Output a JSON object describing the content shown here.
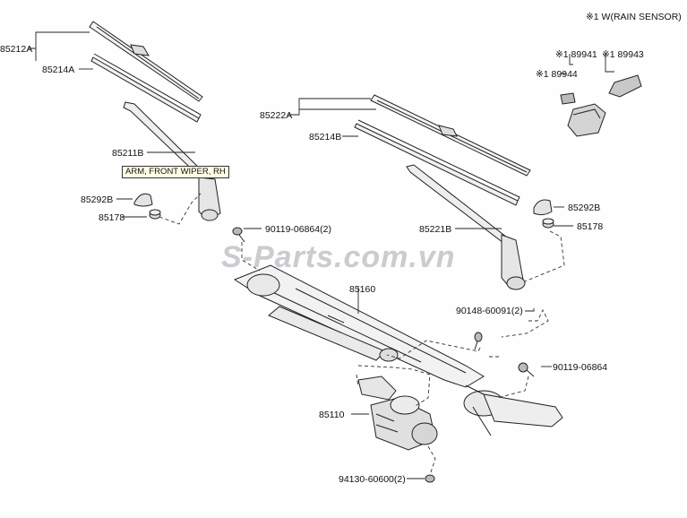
{
  "note": "※1 W(RAIN SENSOR)",
  "tooltip": "ARM, FRONT WIPER, RH",
  "watermark": "S-Parts.com.vn",
  "parts": {
    "p85212A": "85212A",
    "p85214A": "85214A",
    "p85211B": "85211B",
    "p85292B_left": "85292B",
    "p85178_left": "85178",
    "p85222A": "85222A",
    "p85214B": "85214B",
    "p85221B": "85221B",
    "p85292B_right": "85292B",
    "p85178_right": "85178",
    "p90119_06864_2": "90119-06864(2)",
    "p85160": "85160",
    "p90148_60091_2": "90148-60091(2)",
    "p90119_06864": "90119-06864",
    "p85110": "85110",
    "p94130_60600_2": "94130-60600(2)",
    "p89941": "※1 89941",
    "p89943": "※1 89943",
    "p89944": "※1 89944"
  }
}
